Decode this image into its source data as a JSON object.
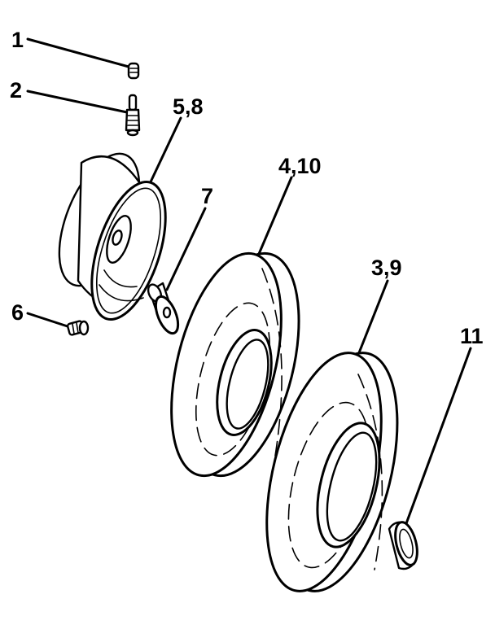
{
  "callouts": {
    "c1": "1",
    "c2": "2",
    "c58": "5,8",
    "c7": "7",
    "c410": "4,10",
    "c6": "6",
    "c39": "3,9",
    "c11": "11"
  },
  "colors": {
    "ink": "#000000",
    "paper": "#ffffff"
  }
}
